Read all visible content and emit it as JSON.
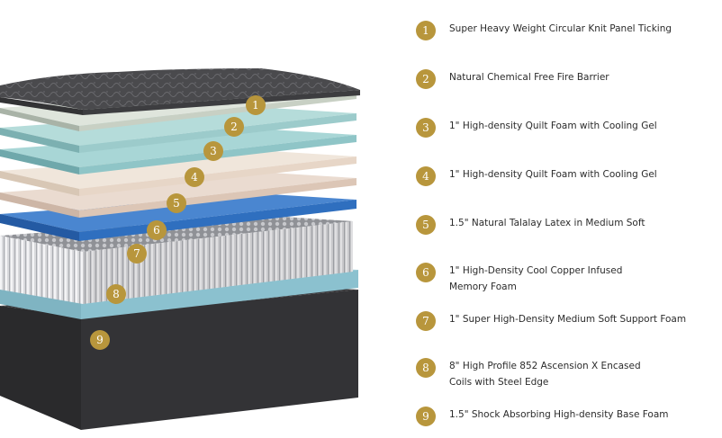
{
  "colors": {
    "badge": "#b8963c",
    "ticking": "#444446",
    "quilt_foam": "#8fc5c7",
    "latex": "#e7d6c7",
    "memory_foam": "#2f6fbf",
    "base_foam": "#8bc1cf",
    "base": "#2d2d2f"
  },
  "layers": [
    {
      "number": "1",
      "lines": [
        "Super Heavy Weight Circular Knit Panel Ticking"
      ]
    },
    {
      "number": "2",
      "lines": [
        "Natural Chemical Free Fire Barrier"
      ]
    },
    {
      "number": "3",
      "lines": [
        "1\" High-density Quilt Foam with Cooling Gel"
      ]
    },
    {
      "number": "4",
      "lines": [
        "1\" High-density Quilt Foam with Cooling Gel"
      ]
    },
    {
      "number": "5",
      "lines": [
        "1.5\" Natural Talalay Latex in Medium Soft"
      ]
    },
    {
      "number": "6",
      "lines": [
        "1\" High-Density Cool Copper Infused",
        "Memory Foam"
      ]
    },
    {
      "number": "7",
      "lines": [
        "1\" Super High-Density Medium Soft Support Foam"
      ]
    },
    {
      "number": "8",
      "lines": [
        "8\" High Profile 852 Ascension X Encased",
        "Coils with Steel Edge"
      ]
    },
    {
      "number": "9",
      "lines": [
        "1.5\" Shock Absorbing High-density Base Foam"
      ]
    }
  ]
}
